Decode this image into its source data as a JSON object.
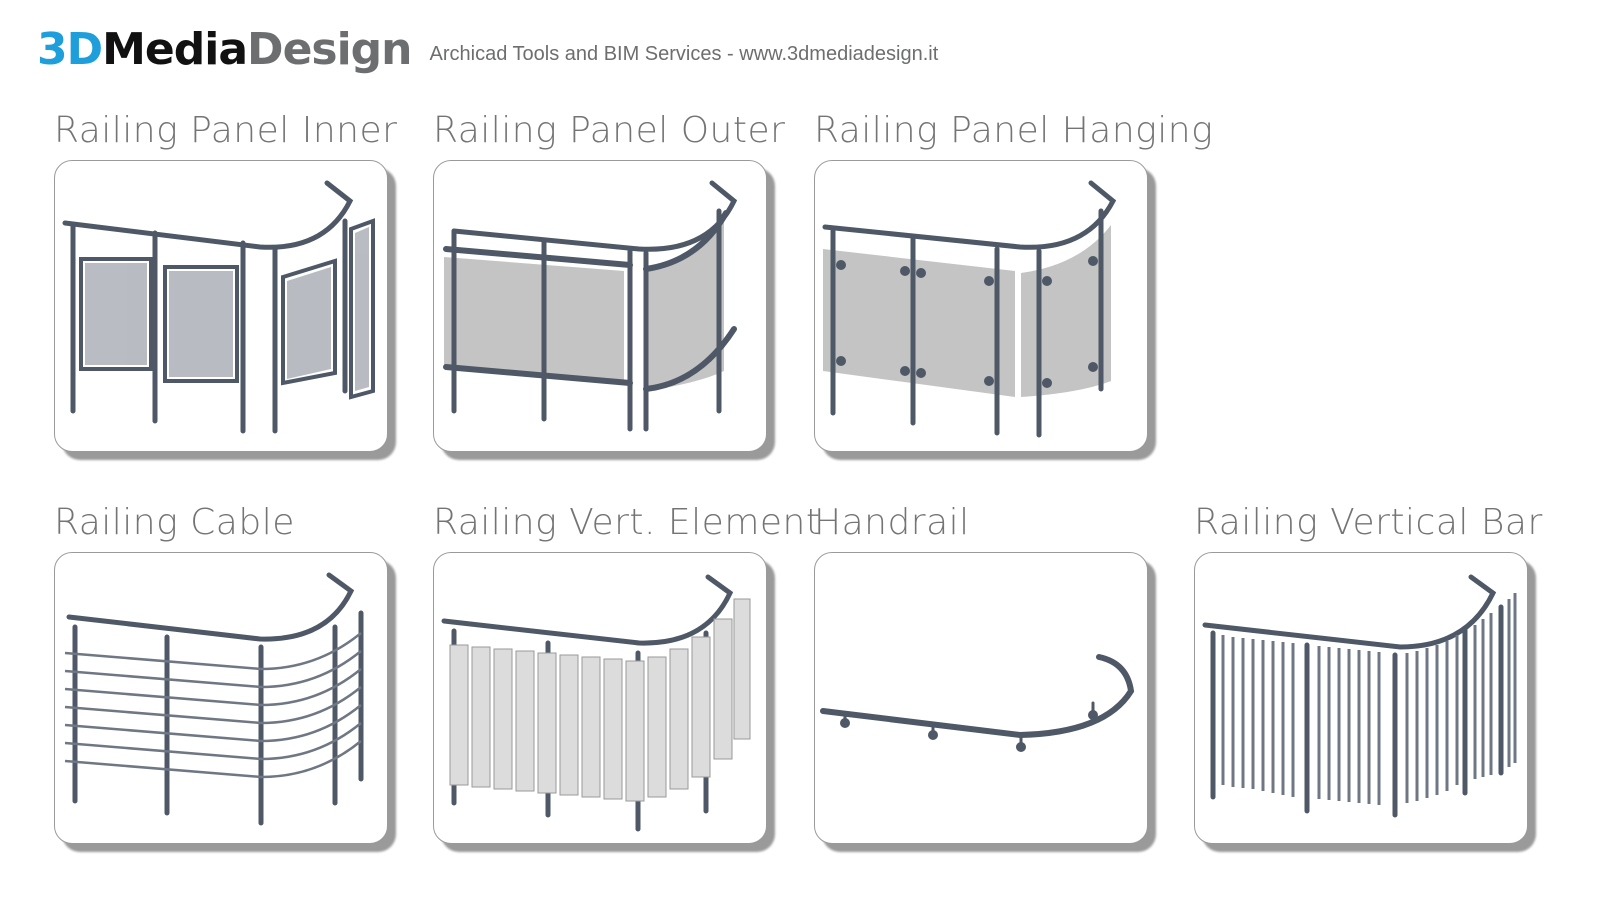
{
  "header": {
    "logo_part1": "3D",
    "logo_part2": "Media",
    "logo_part3": "Design",
    "tagline": "Archicad Tools and BIM Services - www.3dmediadesign.it"
  },
  "items": [
    {
      "title": "Railing Panel Inner",
      "icon": "railing-panel-inner-illustration"
    },
    {
      "title": "Railing Panel Outer",
      "icon": "railing-panel-outer-illustration"
    },
    {
      "title": "Railing Panel Hanging",
      "icon": "railing-panel-hanging-illustration"
    },
    {
      "title": "Railing Cable",
      "icon": "railing-cable-illustration"
    },
    {
      "title": "Railing Vert. Element",
      "icon": "railing-vert-element-illustration"
    },
    {
      "title": "Handrail",
      "icon": "handrail-illustration"
    },
    {
      "title": "Railing Vertical Bar",
      "icon": "railing-vertical-bar-illustration"
    }
  ],
  "colors": {
    "logo_blue": "#1e9fdb",
    "logo_black": "#111111",
    "logo_gray": "#6d6e70",
    "title_gray": "#747474",
    "metal": "#4e5866",
    "glass": "#c4c4c4"
  }
}
